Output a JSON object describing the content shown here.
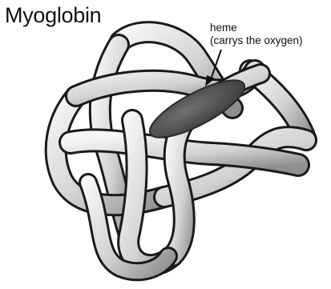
{
  "title": "Myoglobin",
  "annotation": {
    "line1": "heme",
    "line2": "(carrys the oxygen)"
  },
  "colors": {
    "tube_outline": "#1a1a1a",
    "tube_fill_light": "#f4f4f4",
    "tube_fill_dark": "#9a9a9a",
    "heme": "#5a5a5a",
    "text": "#111111"
  }
}
